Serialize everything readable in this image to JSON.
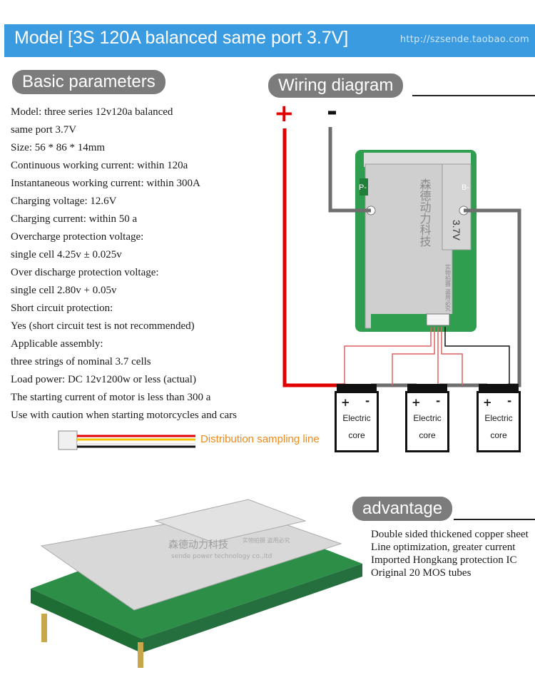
{
  "header": {
    "title": "Model [3S 120A balanced same port 3.7V]",
    "url": "http://szsende.taobao.com",
    "color": "#3a9be0"
  },
  "basic_parameters": {
    "heading": "Basic parameters",
    "lines": [
      "Model: three series 12v120a balanced",
      "same port 3.7V",
      "Size: 56 * 86 * 14mm",
      "Continuous working current: within 120a",
      "Instantaneous working current: within 300A",
      "Charging voltage: 12.6V",
      "Charging current: within 50 a",
      "Overcharge protection voltage:",
      "single cell 4.25v ± 0.025v",
      "Over discharge protection voltage:",
      "single cell 2.80v + 0.05v",
      "Short circuit protection:",
      "Yes (short circuit test is not recommended)",
      "Applicable assembly:",
      "three strings of nominal 3.7 cells",
      "Load power: DC 12v1200w or less (actual)",
      "The starting current of motor is less than 300 a",
      "Use with caution when starting motorcycles and cars"
    ]
  },
  "wiring_diagram": {
    "heading": "Wiring diagram",
    "plus_sign": "+",
    "minus_sign": "-",
    "board_label_left": "P-",
    "board_label_right": "B-",
    "board_voltage": "3.7V",
    "board_brand": "森德动力科技",
    "board_note": "实物拍摄 盗用必究",
    "cells": [
      {
        "line1": "Electric",
        "line2": "core",
        "plus": "+",
        "minus": "-"
      },
      {
        "line1": "Electric",
        "line2": "core",
        "plus": "+",
        "minus": "-"
      },
      {
        "line1": "Electric",
        "line2": "core",
        "plus": "+",
        "minus": "-"
      }
    ],
    "distribution_label": "Distribution sampling line",
    "wire_red": "#e00000",
    "wire_grey": "#6e6e6e"
  },
  "advantage": {
    "heading": "advantage",
    "photo_brand": "森德动力科技",
    "photo_brand_en": "sende power technology co.,ltd",
    "photo_note": "实物拍摄 盗用必究",
    "items": [
      "Double sided thickened copper sheet",
      "Line optimization, greater current",
      "Imported Hongkang protection IC",
      "Original 20 MOS tubes"
    ]
  }
}
